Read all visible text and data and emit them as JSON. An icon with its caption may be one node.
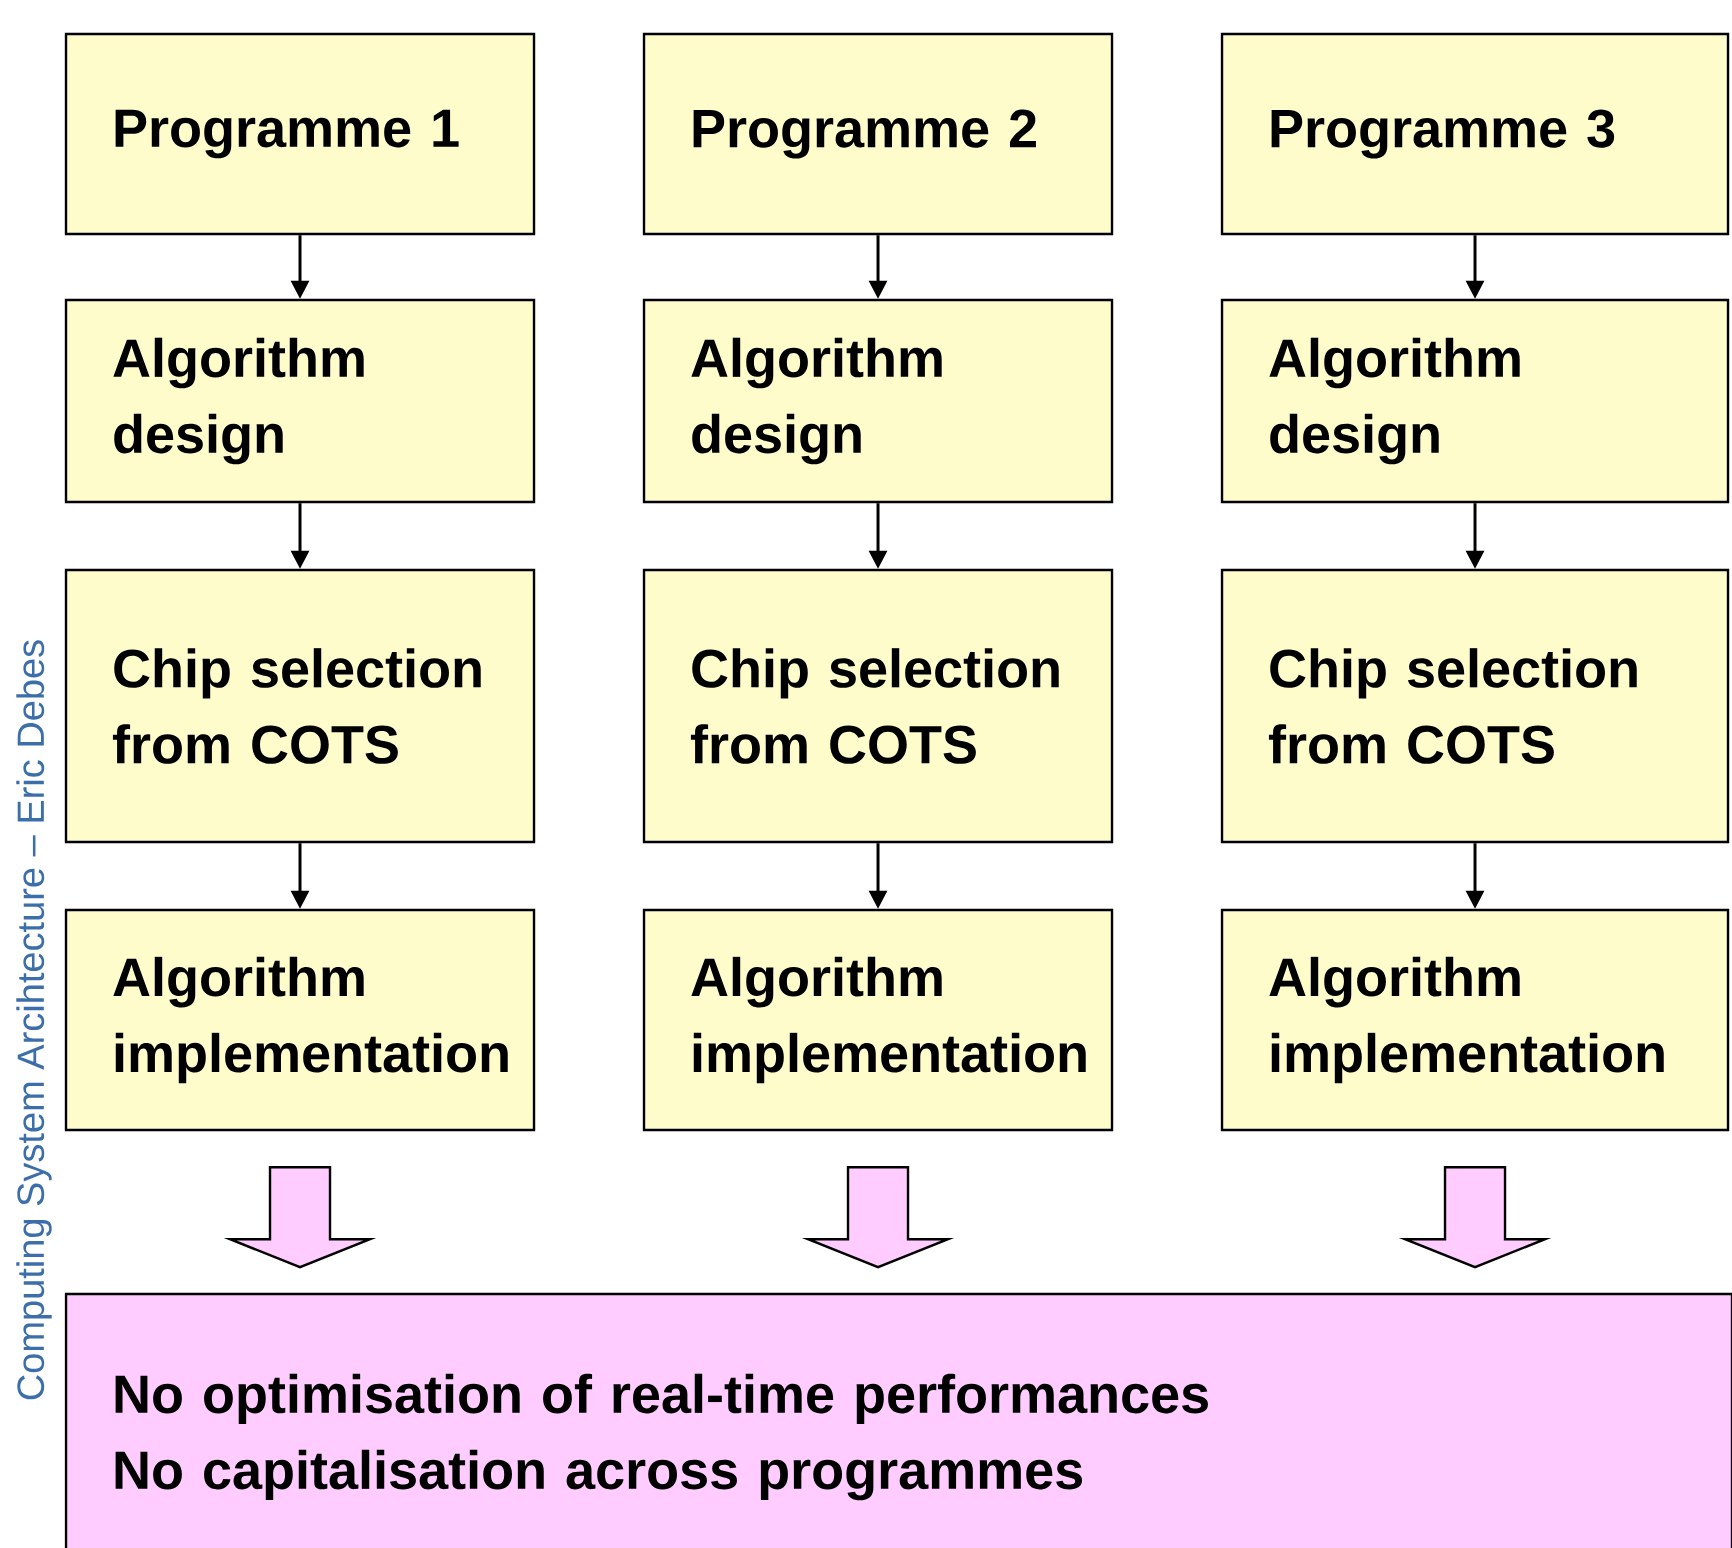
{
  "diagram": {
    "nodes": [
      {
        "text": [
          "Programme 1"
        ]
      },
      {
        "text": [
          "Programme 2"
        ]
      },
      {
        "text": [
          "Programme 3"
        ]
      },
      {
        "text": [
          "Algorithm design"
        ]
      },
      {
        "text": [
          "Algorithm design"
        ]
      },
      {
        "text": [
          "Algorithm design"
        ]
      },
      {
        "text": [
          "Chip selection from COTS"
        ]
      },
      {
        "text": [
          "Chip selection from COTS"
        ]
      },
      {
        "text": [
          "Chip selection from COTS"
        ]
      },
      {
        "text": [
          "Algorithm implementation"
        ]
      },
      {
        "text": [
          "Algorithm implementation"
        ]
      },
      {
        "text": [
          "Algorithm implementation"
        ]
      },
      {
        "text": [
          "No optimisation of real-time performances",
          "No capitalisation across programmes"
        ]
      }
    ],
    "edges": [
      {
        "from": 0,
        "to": 3,
        "arrow": "to"
      },
      {
        "from": 1,
        "to": 4,
        "arrow": "to"
      },
      {
        "from": 2,
        "to": 5,
        "arrow": "to"
      },
      {
        "from": 3,
        "to": 6,
        "arrow": "to"
      },
      {
        "from": 4,
        "to": 7,
        "arrow": "to"
      },
      {
        "from": 5,
        "to": 8,
        "arrow": "to"
      },
      {
        "from": 6,
        "to": 9,
        "arrow": "to"
      },
      {
        "from": 7,
        "to": 10,
        "arrow": "to"
      },
      {
        "from": 8,
        "to": 11,
        "arrow": "to"
      },
      {
        "from": 9,
        "to": 12,
        "arrow": "to",
        "style": "thick",
        "color": "#ffccff"
      },
      {
        "from": 10,
        "to": 12,
        "arrow": "to",
        "style": "thick",
        "color": "#ffccff"
      },
      {
        "from": 11,
        "to": 12,
        "arrow": "to",
        "style": "thick",
        "color": "#ffccff"
      }
    ],
    "labels": [
      "Computing System Arcihtecture – Eric Debes"
    ]
  }
}
